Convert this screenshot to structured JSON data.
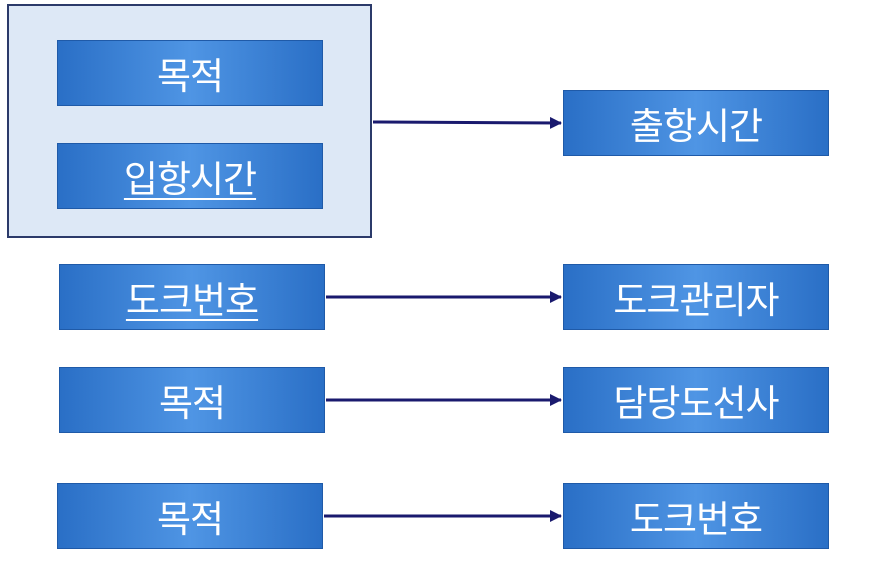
{
  "colors": {
    "node_fill": "#3a80d4",
    "group_fill": "#dde8f6",
    "arrow": "#1a1a6e"
  },
  "dependencies": [
    {
      "determinants": [
        {
          "label": "목적",
          "underlined": false
        },
        {
          "label": "입항시간",
          "underlined": true
        }
      ],
      "dependent": "출항시간"
    },
    {
      "determinants": [
        {
          "label": "도크번호",
          "underlined": true
        }
      ],
      "dependent": "도크관리자"
    },
    {
      "determinants": [
        {
          "label": "목적",
          "underlined": false
        }
      ],
      "dependent": "담당도선사"
    },
    {
      "determinants": [
        {
          "label": "목적",
          "underlined": false
        }
      ],
      "dependent": "도크번호"
    }
  ]
}
